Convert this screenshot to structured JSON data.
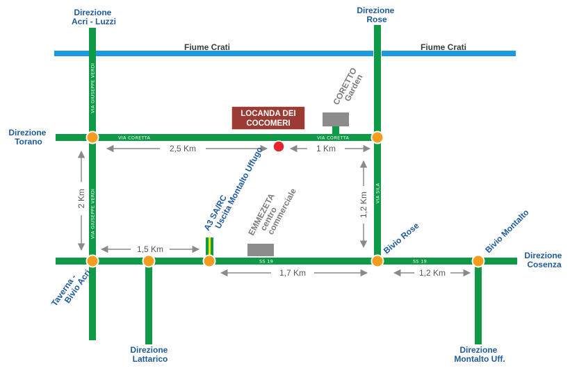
{
  "rivers": {
    "left_label": "Fiume Crati",
    "right_label": "Fiume Crati"
  },
  "directions": {
    "acri_luzzi": [
      "Direzione",
      "Acri - Luzzi"
    ],
    "rose": [
      "Direzione",
      "Rose"
    ],
    "torano": [
      "Direzione",
      "Torano"
    ],
    "cosenza": [
      "Direzione",
      "Cosenza"
    ],
    "lattarico": [
      "Direzione",
      "Lattarico"
    ],
    "montalto_uff": [
      "Direzione",
      "Montalto Uff."
    ]
  },
  "roads": {
    "via_giuseppe_verdi": "VIA GIUSEPPE VERDI",
    "via_coretta": "VIA CORETTA",
    "via_sila": "VIA SILA",
    "ss19": "SS 19"
  },
  "hotel": {
    "line1": "LOCANDA DEI",
    "line2": "COCOMERI",
    "color": "#9c3a34"
  },
  "poi": {
    "coretto": [
      "CORETTO",
      "Garden"
    ],
    "emmezeta": [
      "EMMEZETA",
      "centro",
      "commerciale"
    ]
  },
  "exit": [
    "A3 SA/RC",
    "Uscita Montalto Uffugo"
  ],
  "places": {
    "taverna": [
      "Taverna -",
      "Bivio Acri"
    ],
    "bivio_rose": "Bivio Rose",
    "bivio_montalto": "Bivio Montalto"
  },
  "distances": {
    "coretta_west": "2,5 Km",
    "coretta_east": "1 Km",
    "verdi_vertical": "2 Km",
    "sila_vertical": "1,2 Km",
    "ss19_west": "1,5 Km",
    "ss19_center": "1,7 Km",
    "ss19_east": "1,2 Km"
  },
  "colors": {
    "road": "#0f9a48",
    "river": "#1a9be0",
    "junction": "#f39c1e",
    "label_blue": "#1f5a9c",
    "poi_block": "#8c8c8c"
  }
}
